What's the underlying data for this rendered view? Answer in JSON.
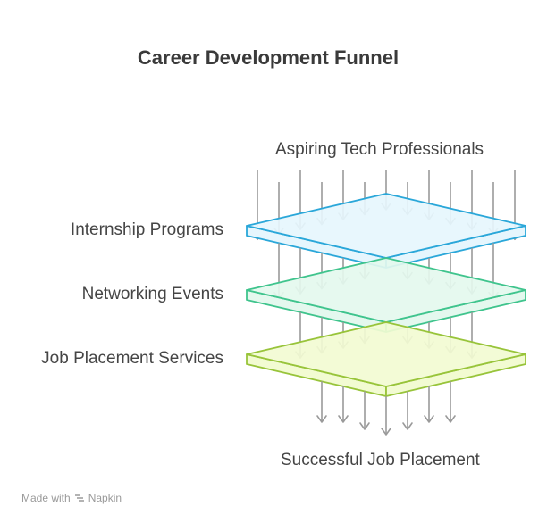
{
  "title": "Career Development Funnel",
  "input_label": "Aspiring Tech Professionals",
  "stages": [
    {
      "label": "Internship Programs",
      "fill": "#e6f6fd",
      "stroke": "#2aa7d9"
    },
    {
      "label": "Networking Events",
      "fill": "#e4f8ee",
      "stroke": "#3fc48d"
    },
    {
      "label": "Job Placement Services",
      "fill": "#f2fbd2",
      "stroke": "#98c43a"
    }
  ],
  "output_label": "Successful Job Placement",
  "arrow_color": "#9a9a9a",
  "credit": {
    "prefix": "Made with",
    "brand": "Napkin",
    "icon": "napkin-logo-icon"
  }
}
